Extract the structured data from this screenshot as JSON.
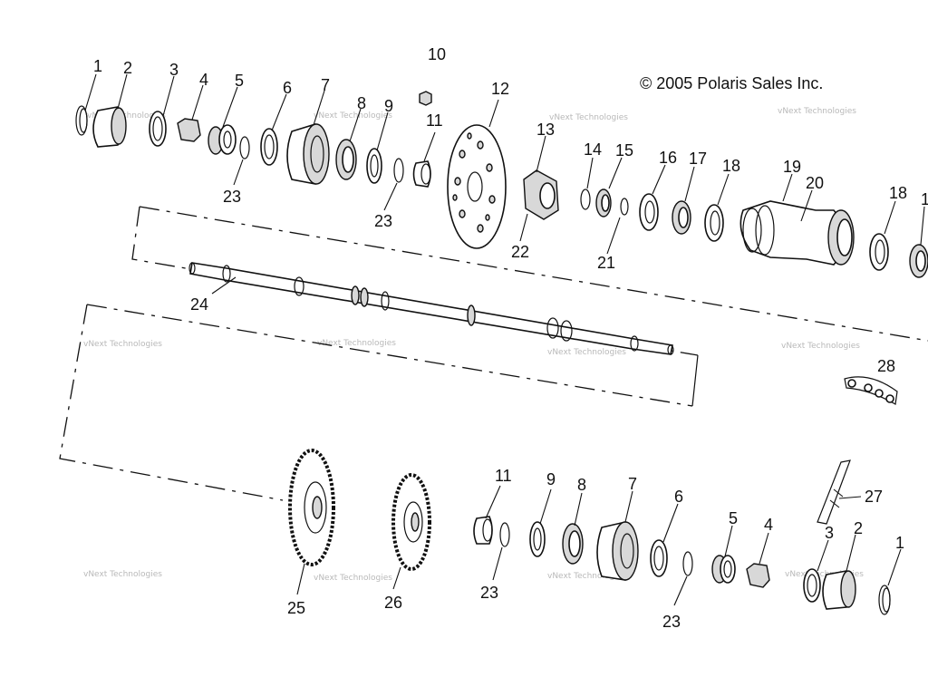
{
  "copyright": "© 2005 Polaris Sales Inc.",
  "watermark": "vNext Technologies",
  "callouts_top": [
    "1",
    "2",
    "3",
    "4",
    "5",
    "6",
    "7",
    "8",
    "9",
    "10",
    "11",
    "12",
    "13",
    "14",
    "15",
    "16",
    "17",
    "18",
    "19",
    "20",
    "18",
    "1"
  ],
  "callouts_mid": [
    "23",
    "23",
    "22",
    "21",
    "24",
    "28"
  ],
  "callouts_bottom": [
    "11",
    "9",
    "8",
    "7",
    "6",
    "5",
    "4",
    "3",
    "2",
    "1",
    "23",
    "23",
    "25",
    "26",
    "27"
  ]
}
